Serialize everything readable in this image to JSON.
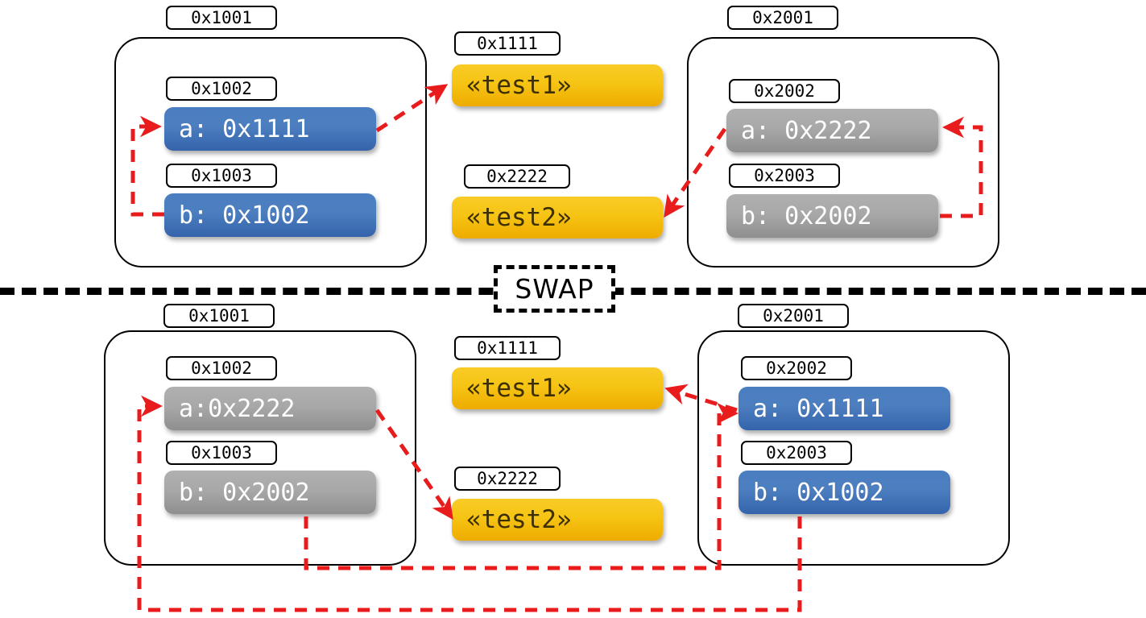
{
  "diagram": {
    "title": "pointer swap memory diagram",
    "divider_label": "SWAP",
    "colors": {
      "pointer_arrow": "#e81c1c",
      "cell_blue": "#4d7fc0",
      "cell_gray": "#a8a8a8",
      "cell_yellow": "#f6c414",
      "outline": "#000000"
    }
  },
  "before": {
    "left_frame": {
      "address": "0x1001",
      "slots": [
        {
          "address": "0x1002",
          "value": "a: 0x1111",
          "style": "blue"
        },
        {
          "address": "0x1003",
          "value": "b: 0x1002",
          "style": "blue"
        }
      ]
    },
    "middle": [
      {
        "address": "0x1111",
        "value": "«test1»",
        "style": "yellow"
      },
      {
        "address": "0x2222",
        "value": "«test2»",
        "style": "yellow"
      }
    ],
    "right_frame": {
      "address": "0x2001",
      "slots": [
        {
          "address": "0x2002",
          "value": "a: 0x2222",
          "style": "gray"
        },
        {
          "address": "0x2003",
          "value": "b: 0x2002",
          "style": "gray"
        }
      ]
    }
  },
  "after": {
    "left_frame": {
      "address": "0x1001",
      "slots": [
        {
          "address": "0x1002",
          "value": "a:0x2222",
          "style": "gray"
        },
        {
          "address": "0x1003",
          "value": "b: 0x2002",
          "style": "gray"
        }
      ]
    },
    "middle": [
      {
        "address": "0x1111",
        "value": "«test1»",
        "style": "yellow"
      },
      {
        "address": "0x2222",
        "value": "«test2»",
        "style": "yellow"
      }
    ],
    "right_frame": {
      "address": "0x2001",
      "slots": [
        {
          "address": "0x2002",
          "value": "a: 0x1111",
          "style": "blue"
        },
        {
          "address": "0x2003",
          "value": "b: 0x1002",
          "style": "blue"
        }
      ]
    }
  },
  "pointer_edges": [
    {
      "name": "before-left-b-to-a",
      "from": "0x1003",
      "to": "0x1002"
    },
    {
      "name": "before-left-a-to-test1",
      "from": "0x1002",
      "to": "0x1111"
    },
    {
      "name": "before-right-b-to-a",
      "from": "0x2003",
      "to": "0x2002"
    },
    {
      "name": "before-right-a-to-test2",
      "from": "0x2002",
      "to": "0x2222"
    },
    {
      "name": "after-left-a-to-test2",
      "from": "0x1002",
      "to": "0x2222"
    },
    {
      "name": "after-left-b-to-right-a",
      "from": "0x1003",
      "to": "0x2002"
    },
    {
      "name": "after-right-a-to-test1",
      "from": "0x2002",
      "to": "0x1111"
    },
    {
      "name": "after-right-b-to-left-a",
      "from": "0x2003",
      "to": "0x1002"
    }
  ]
}
